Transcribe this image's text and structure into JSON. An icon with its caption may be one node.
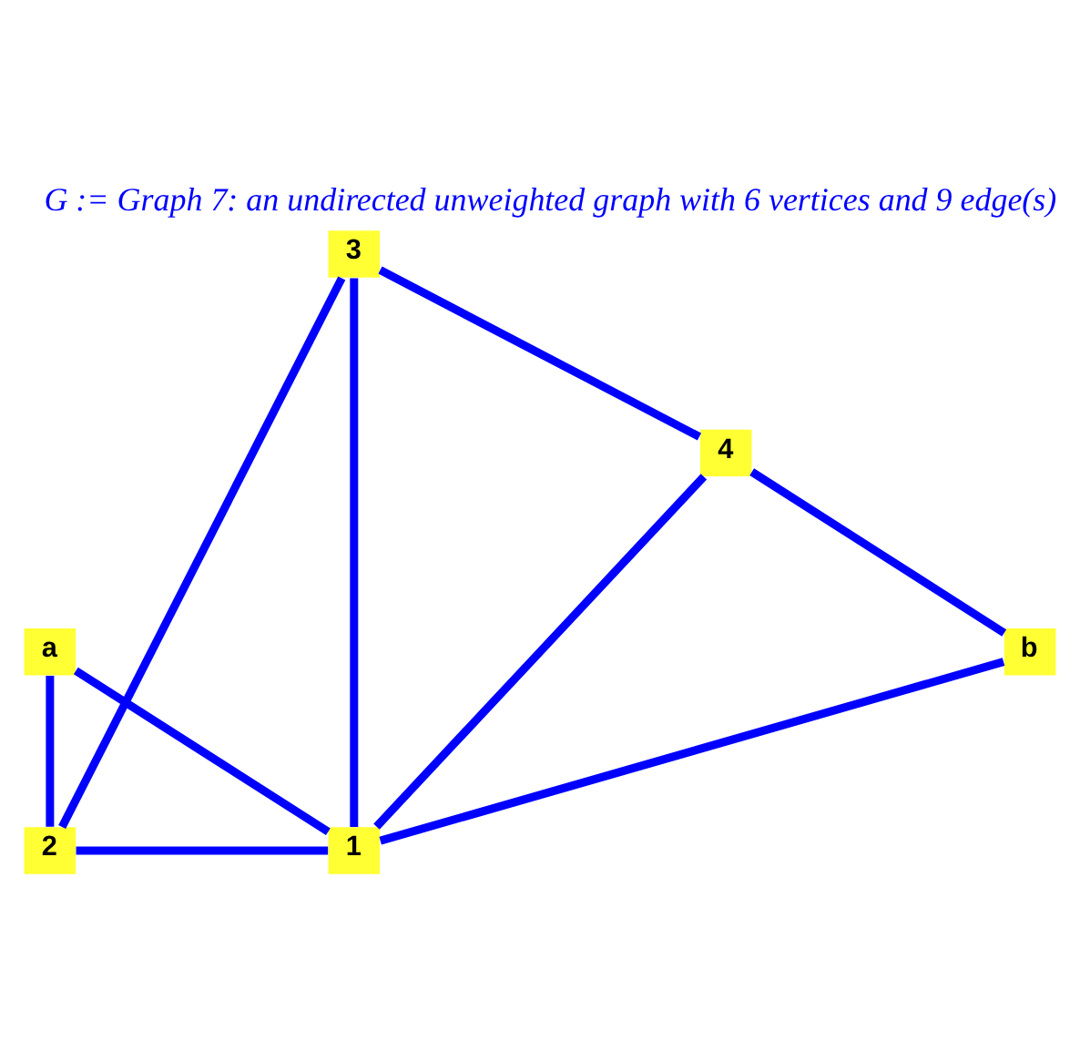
{
  "diagram": {
    "title": "G := Graph 7: an undirected unweighted graph with 6 vertices and 9 edge(s)",
    "nodes": [
      {
        "text": [
          "3"
        ]
      },
      {
        "text": [
          "4"
        ]
      },
      {
        "text": [
          "b"
        ]
      },
      {
        "text": [
          "a"
        ]
      },
      {
        "text": [
          "2"
        ]
      },
      {
        "text": [
          "1"
        ]
      }
    ],
    "edges": [
      {
        "from": 0,
        "to": 4,
        "arrow": "none"
      },
      {
        "from": 0,
        "to": 1,
        "arrow": "none"
      },
      {
        "from": 0,
        "to": 5,
        "arrow": "none"
      },
      {
        "from": 1,
        "to": 2,
        "arrow": "none"
      },
      {
        "from": 1,
        "to": 5,
        "arrow": "none"
      },
      {
        "from": 2,
        "to": 5,
        "arrow": "none"
      },
      {
        "from": 3,
        "to": 4,
        "arrow": "none"
      },
      {
        "from": 3,
        "to": 5,
        "arrow": "none"
      },
      {
        "from": 4,
        "to": 5,
        "arrow": "none"
      }
    ]
  }
}
